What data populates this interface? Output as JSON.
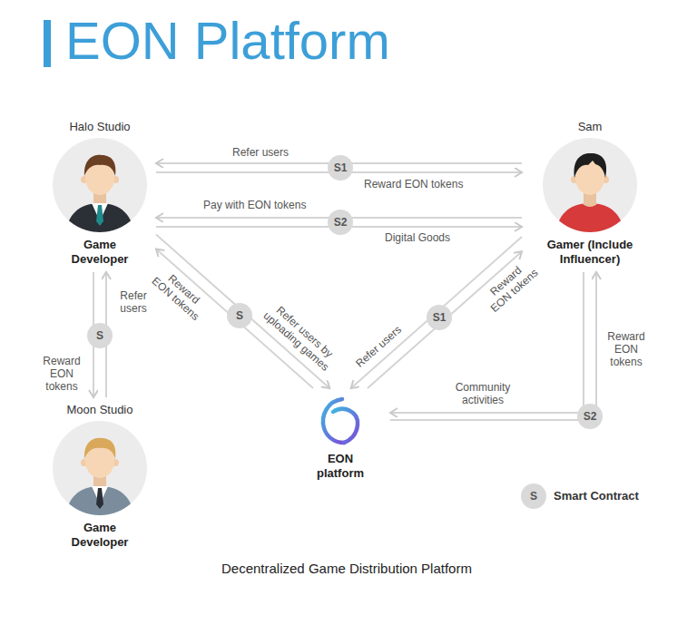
{
  "diagram": {
    "title": "EON Platform",
    "caption": "Decentralized Game Distribution Platform",
    "nodes": [
      {
        "text": [
          "Halo Studio",
          "Game Developer"
        ]
      },
      {
        "text": [
          "Sam",
          "Gamer (Include Influencer)"
        ]
      },
      {
        "text": [
          "Moon Studio",
          "Game Developer"
        ]
      },
      {
        "text": [
          "EON platform"
        ]
      }
    ],
    "edges": [
      {
        "from": 1,
        "to": 0,
        "label": "Refer users",
        "arrow": "to"
      },
      {
        "from": 0,
        "to": 1,
        "label": "Reward EON tokens",
        "arrow": "to"
      },
      {
        "from": 1,
        "to": 0,
        "label": "Pay with EON tokens",
        "arrow": "to"
      },
      {
        "from": 0,
        "to": 1,
        "label": "Digital Goods",
        "arrow": "to"
      },
      {
        "from": 2,
        "to": 0,
        "label": "Refer users",
        "arrow": "to"
      },
      {
        "from": 0,
        "to": 2,
        "label": "Reward EON tokens",
        "arrow": "to"
      },
      {
        "from": 3,
        "to": 0,
        "label": "Reward EON tokens",
        "arrow": "to"
      },
      {
        "from": 0,
        "to": 3,
        "label": "Refer users by uploading games",
        "arrow": "to"
      },
      {
        "from": 1,
        "to": 3,
        "label": "Refer users",
        "arrow": "to"
      },
      {
        "from": 3,
        "to": 1,
        "label": "Reward EON tokens",
        "arrow": "to"
      },
      {
        "from": 1,
        "to": 3,
        "label": "Community activities",
        "arrow": "to"
      },
      {
        "from": 3,
        "to": 1,
        "label": "Reward EON tokens",
        "arrow": "to"
      }
    ],
    "labels": [
      "S1",
      "S2",
      "S",
      "S",
      "S1",
      "S2",
      "S"
    ],
    "legend": [
      {
        "text": "Smart Contract"
      }
    ]
  }
}
